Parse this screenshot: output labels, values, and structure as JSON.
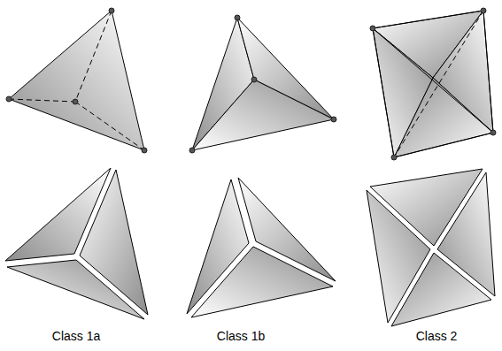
{
  "diagram": {
    "labels": [
      "Class 1a",
      "Class 1b",
      "Class 2"
    ]
  }
}
